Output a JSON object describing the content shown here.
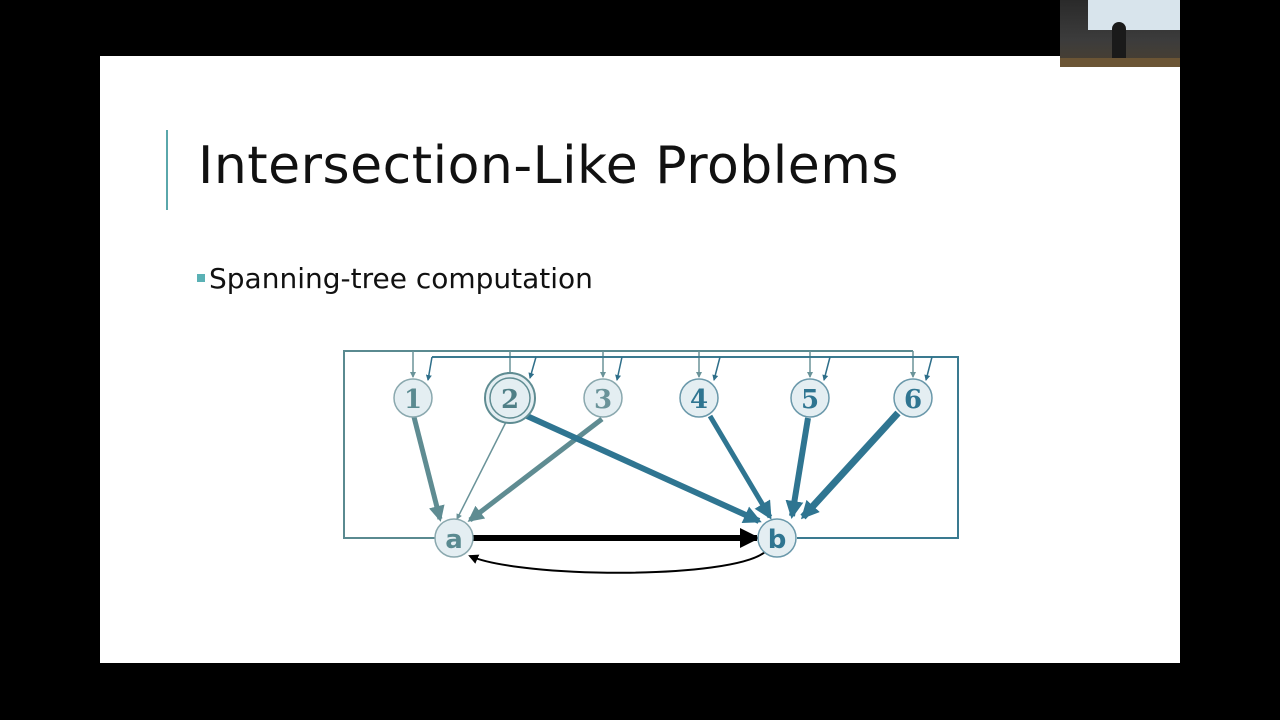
{
  "slide": {
    "title": "Intersection-Like Problems",
    "bullet": "Spanning-tree computation"
  },
  "diagram": {
    "top_nodes": [
      "1",
      "2",
      "3",
      "4",
      "5",
      "6"
    ],
    "bottom_nodes": [
      "a",
      "b"
    ]
  },
  "colors": {
    "accent": "#5aa7ab",
    "node_fill": "#e4eef2",
    "edge_gray": "#5f8c92",
    "edge_blue": "#2f7591"
  }
}
